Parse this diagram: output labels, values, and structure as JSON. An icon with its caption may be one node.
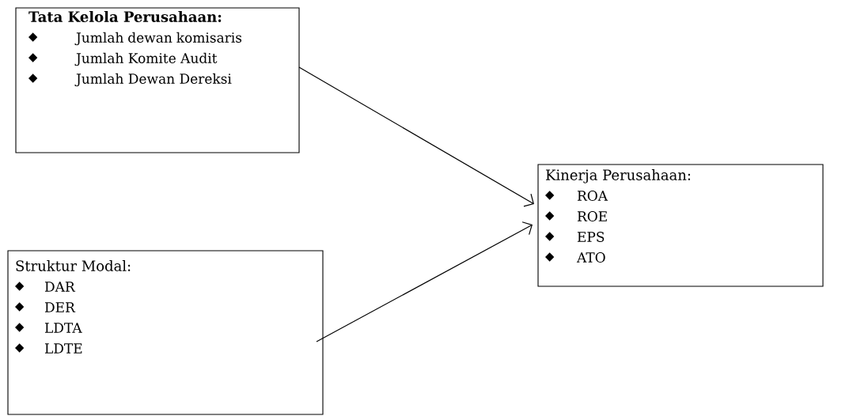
{
  "diagram": {
    "nodes": [
      {
        "text": [
          "Tata Kelola Perusahaan:",
          "Jumlah dewan komisaris",
          "Jumlah Komite Audit",
          "Jumlah Dewan Dereksi"
        ]
      },
      {
        "text": [
          "Kinerja Perusahaan:",
          "ROA",
          "ROE",
          "EPS",
          "ATO"
        ]
      },
      {
        "text": [
          "Struktur Modal:",
          "DAR",
          "DER",
          "LDTA",
          "LDTE"
        ]
      }
    ],
    "edges": [
      {
        "from": 0,
        "to": 1,
        "arrow": "to"
      },
      {
        "from": 2,
        "to": 1,
        "arrow": "to"
      }
    ]
  }
}
